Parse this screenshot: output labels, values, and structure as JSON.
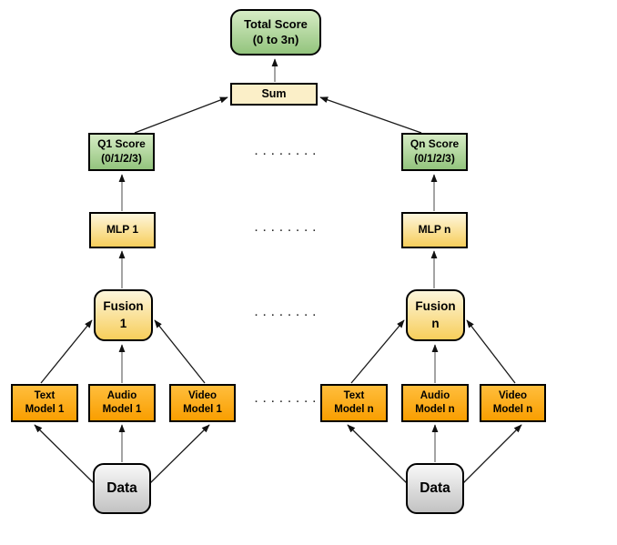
{
  "diagram": {
    "type": "flowchart",
    "description": "Multimodal scoring architecture: per-question branches (1..n) fuse text, audio and video model outputs from data, pass through MLPs to question scores, which are summed into a total score.",
    "ellipsis": ". . . . . . . .",
    "colors": {
      "score_green_top": "#d6ecc5",
      "score_green_bottom": "#93c47d",
      "sum_cream": "#fbefc8",
      "mlp_fusion_yellow_top": "#fdf6dc",
      "mlp_fusion_yellow_bottom": "#f7ce5b",
      "model_orange_top": "#ffbe3d",
      "model_orange_bottom": "#f99e00",
      "data_gray_top": "#f8f8f8",
      "data_gray_bottom": "#c2c2c2",
      "border": "#000000",
      "line_dark": "#1a1a1a",
      "line_gray": "#7d7d7d"
    },
    "nodes": {
      "total_score": {
        "line1": "Total Score",
        "line2": "(0 to 3n)"
      },
      "sum": {
        "label": "Sum"
      },
      "q1_score": {
        "line1": "Q1 Score",
        "line2": "(0/1/2/3)"
      },
      "qn_score": {
        "line1": "Qn Score",
        "line2": "(0/1/2/3)"
      },
      "mlp_1": {
        "label": "MLP 1"
      },
      "mlp_n": {
        "label": "MLP n"
      },
      "fusion_1": {
        "line1": "Fusion",
        "line2": "1"
      },
      "fusion_n": {
        "line1": "Fusion",
        "line2": "n"
      },
      "text_model_1": {
        "line1": "Text",
        "line2": "Model 1"
      },
      "audio_model_1": {
        "line1": "Audio",
        "line2": "Model 1"
      },
      "video_model_1": {
        "line1": "Video",
        "line2": "Model 1"
      },
      "text_model_n": {
        "line1": "Text",
        "line2": "Model n"
      },
      "audio_model_n": {
        "line1": "Audio",
        "line2": "Model n"
      },
      "video_model_n": {
        "line1": "Video",
        "line2": "Model n"
      },
      "data_1": {
        "label": "Data"
      },
      "data_n": {
        "label": "Data"
      }
    }
  }
}
